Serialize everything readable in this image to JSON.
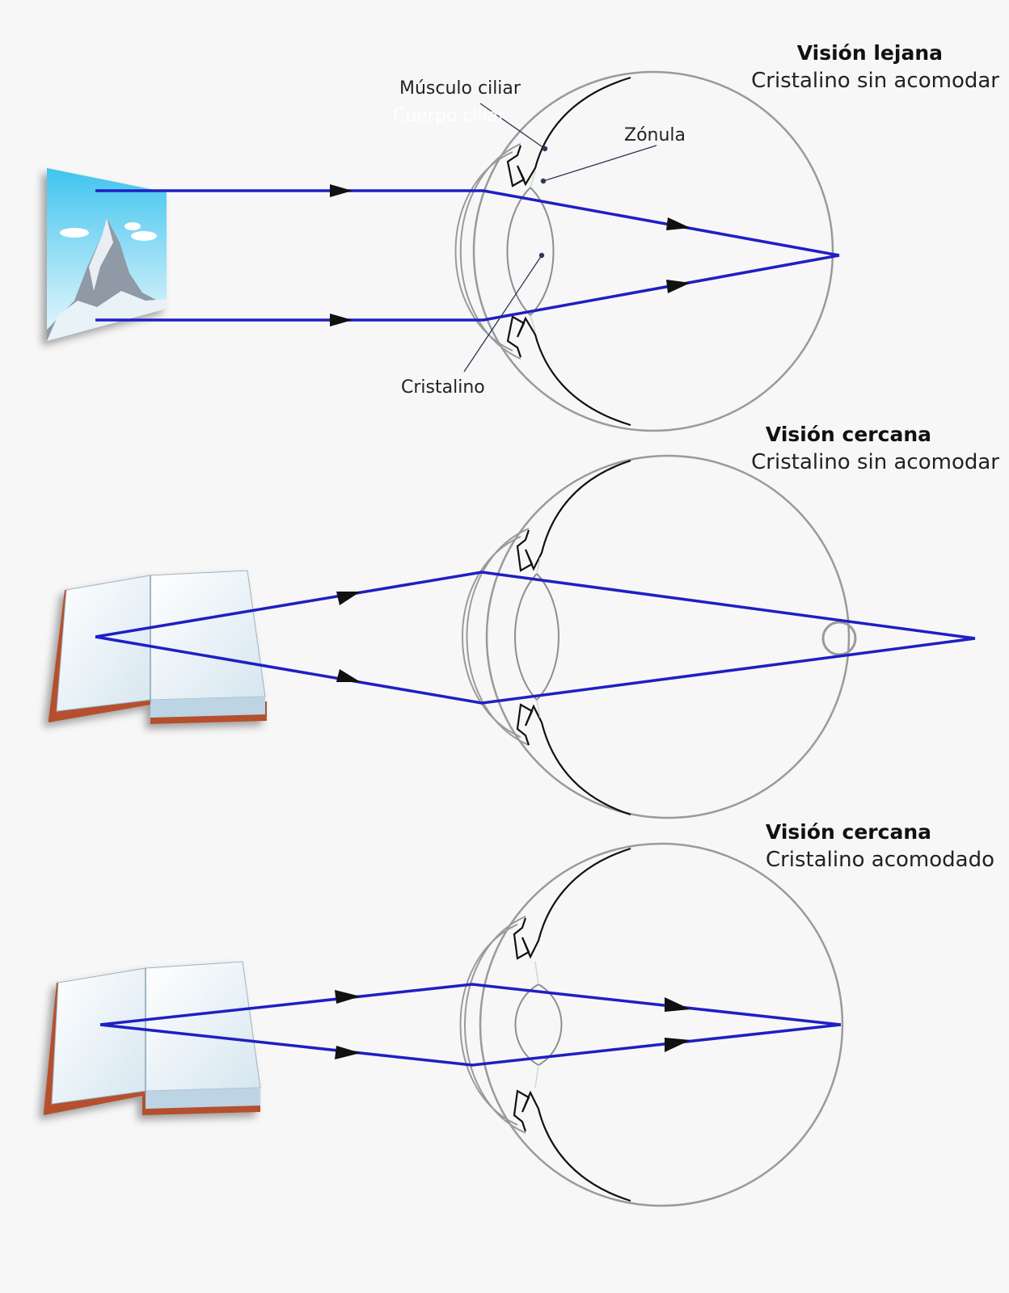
{
  "panels": [
    {
      "title": "Visión lejana",
      "subtitle": "Cristalino sin acomodar"
    },
    {
      "title": "Visión cercana",
      "subtitle": "Cristalino sin acomodar"
    },
    {
      "title": "Visión cercana",
      "subtitle": "Cristalino acomodado"
    }
  ],
  "labels": {
    "ciliary_muscle": "Músculo ciliar",
    "ciliary_body_ghost": "Cuerpo ciliar",
    "zonule": "Zónula",
    "lens": "Cristalino"
  },
  "colors": {
    "background": "#f7f7f7",
    "ray": "#1f1fc4",
    "eye_outline": "#9a9a9a",
    "arrow": "#111111"
  },
  "icons": {
    "distant_object": "mountain-picture-icon",
    "near_object": "open-book-icon"
  }
}
